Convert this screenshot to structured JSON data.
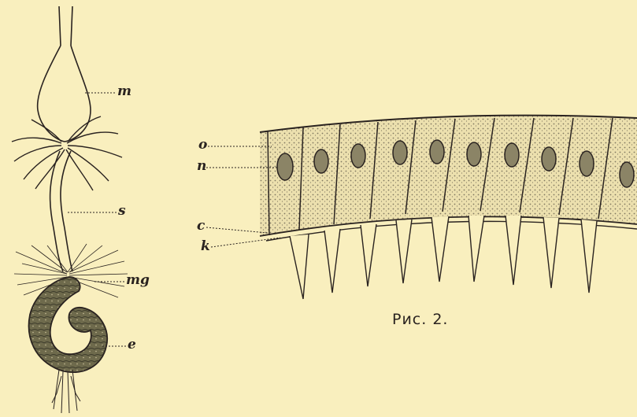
{
  "figure_left": {
    "labels": {
      "m": "m",
      "s": "s",
      "mg": "mg",
      "e": "e"
    }
  },
  "figure_right": {
    "labels": {
      "o": "o",
      "n": "n",
      "c": "c",
      "k": "k"
    },
    "caption": "Рис. 2."
  },
  "colors": {
    "paper": "#f9efbe",
    "ink": "#2a2320",
    "gut": "#6e6a4c",
    "cell_interior": "#ece0ae"
  }
}
